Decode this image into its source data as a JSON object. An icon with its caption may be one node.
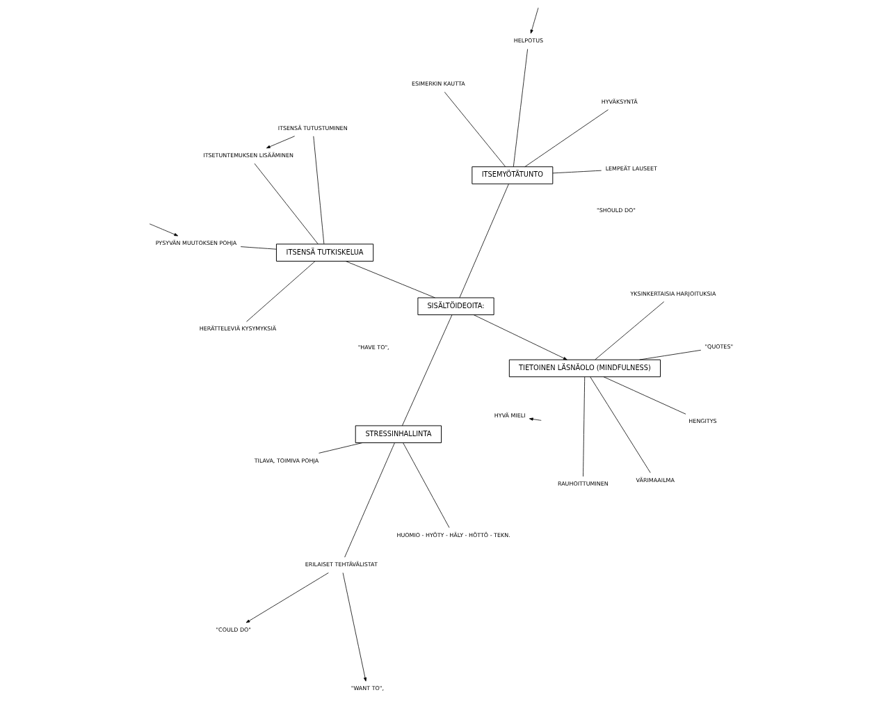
{
  "diagram": {
    "nodes": [
      {
        "text": [
          "SISÄLTÖIDEOITA:"
        ]
      },
      {
        "text": [
          "ITSEMYÖTÄTUNTO"
        ]
      },
      {
        "text": [
          "LEMPEÄT LAUSEET"
        ]
      },
      {
        "text": [
          "ESIMERKIN KAUTTA"
        ]
      },
      {
        "text": [
          "HYVÄKSYNTÄ"
        ]
      },
      {
        "text": [
          "HELPOTUS"
        ]
      },
      {
        "text": [
          "HYVÄ MIELI"
        ]
      },
      {
        "text": [
          "STRESSINHALLINTA"
        ]
      },
      {
        "text": [
          "HUOMIO - HYÖTY - HÄLY - HÖTTÖ - TEKN."
        ]
      },
      {
        "text": [
          "TILAVA, TOIMIVA POHJA"
        ]
      },
      {
        "text": [
          "ERILAISET TEHTÄVÄLISTAT"
        ]
      },
      {
        "text": [
          "\"WANT TO\","
        ]
      },
      {
        "text": [
          "\"COULD DO\""
        ]
      },
      {
        "text": [
          "\"HAVE TO\","
        ]
      },
      {
        "text": [
          "\"SHOULD DO\""
        ]
      },
      {
        "text": [
          "TIETOINEN LÄSNÄOLO (MINDFULNESS)"
        ]
      },
      {
        "text": [
          "HENGITYS"
        ]
      },
      {
        "text": [
          "\"QUOTES\""
        ]
      },
      {
        "text": [
          "RAUHOITTUMINEN"
        ]
      },
      {
        "text": [
          "VÄRIMAAILMA"
        ]
      },
      {
        "text": [
          "YKSINKERTAISIA HARJOITUKSIA"
        ]
      },
      {
        "text": [
          "ITSENSÄ TUTKISKELUA"
        ]
      },
      {
        "text": [
          "PYSYVÄN MUUTOKSEN POHJA"
        ]
      },
      {
        "text": [
          "ITSETUNTEMUKSEN LISÄÄMINEN"
        ]
      },
      {
        "text": [
          "HERÄTTELEVIÄ KYSYMYKSIÄ"
        ]
      },
      {
        "text": [
          "ITSENSÄ TUTUSTUMINEN"
        ]
      }
    ],
    "edges": [
      {
        "from": 0,
        "to": 1,
        "arrow": "none"
      },
      {
        "from": 0,
        "to": 7,
        "arrow": "none"
      },
      {
        "from": 0,
        "to": 15,
        "arrow": "to"
      },
      {
        "from": 0,
        "to": 21,
        "arrow": "none"
      },
      {
        "from": 1,
        "to": 2,
        "arrow": "none"
      },
      {
        "from": 1,
        "to": 3,
        "arrow": "none"
      },
      {
        "from": 1,
        "to": 4,
        "arrow": "none"
      },
      {
        "from": 1,
        "to": 5,
        "arrow": "none"
      },
      {
        "from": null,
        "to": 5,
        "arrow": "to"
      },
      {
        "from": null,
        "to": 6,
        "arrow": "to"
      },
      {
        "from": 7,
        "to": 8,
        "arrow": "none"
      },
      {
        "from": 7,
        "to": 9,
        "arrow": "none"
      },
      {
        "from": 7,
        "to": 10,
        "arrow": "none"
      },
      {
        "from": 10,
        "to": 11,
        "arrow": "to"
      },
      {
        "from": 10,
        "to": 12,
        "arrow": "to"
      },
      {
        "from": 15,
        "to": 16,
        "arrow": "none"
      },
      {
        "from": 15,
        "to": 17,
        "arrow": "none"
      },
      {
        "from": 15,
        "to": 18,
        "arrow": "none"
      },
      {
        "from": 15,
        "to": 19,
        "arrow": "none"
      },
      {
        "from": 15,
        "to": 20,
        "arrow": "none"
      },
      {
        "from": 21,
        "to": 22,
        "arrow": "none"
      },
      {
        "from": null,
        "to": 22,
        "arrow": "to"
      },
      {
        "from": 21,
        "to": 23,
        "arrow": "none"
      },
      {
        "from": 21,
        "to": 24,
        "arrow": "none"
      },
      {
        "from": 21,
        "to": 25,
        "arrow": "none"
      },
      {
        "from": 25,
        "to": 23,
        "arrow": "to"
      }
    ]
  }
}
